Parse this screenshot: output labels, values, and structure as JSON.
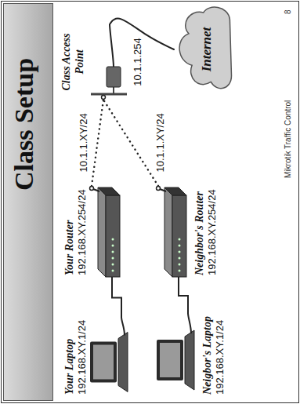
{
  "diagram": {
    "title": "Class Setup",
    "nodes": [
      {
        "text": [
          "Your Laptop",
          "192.168.XY.1/24"
        ]
      },
      {
        "text": [
          "Your Router",
          "192.168.XY.254/24"
        ]
      },
      {
        "text": [
          "Class Access Point",
          "10.1.1.254"
        ]
      },
      {
        "text": [
          "Internet"
        ]
      },
      {
        "text": [
          "Neigbor's Laptop",
          "192.168.XY.1/24"
        ]
      },
      {
        "text": [
          "Neighbor's Router",
          "192.168.XY.254/24"
        ]
      }
    ],
    "edges": [
      {
        "from": 0,
        "to": 1,
        "arrow": "none"
      },
      {
        "from": 1,
        "to": 2,
        "arrow": "none",
        "label": "10.1.1.XY/24"
      },
      {
        "from": 5,
        "to": 2,
        "arrow": "none",
        "label": "10.1.1.XY/24"
      },
      {
        "from": 2,
        "to": 3,
        "arrow": "none"
      },
      {
        "from": 4,
        "to": 5,
        "arrow": "none"
      }
    ],
    "labels": [
      "Mikrotik Traffic Control",
      "8"
    ]
  }
}
